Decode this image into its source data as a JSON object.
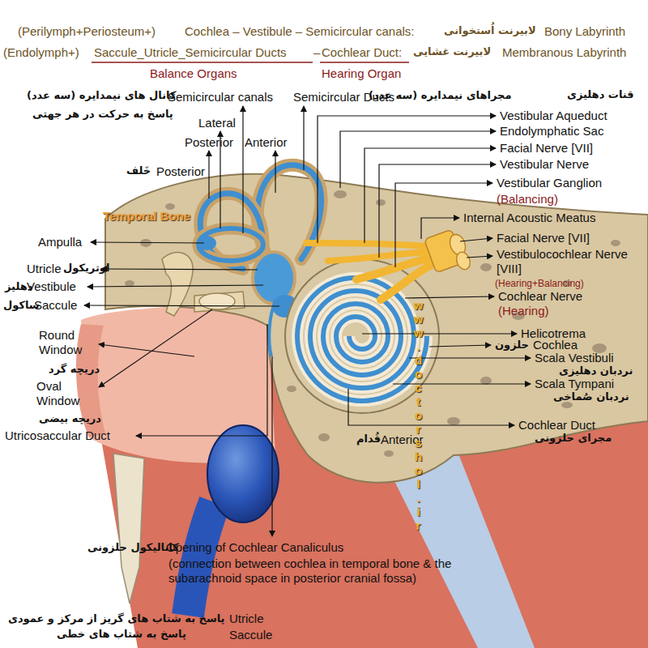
{
  "diagram": {
    "labels": [
      "(Perilymph+Periosteum+)",
      "Cochlea – Vestibule – Semicircular canals:",
      "لابیرنت اُستخوانی",
      "Bony Labyrinth",
      "(Endolymph+)",
      "Saccule_Utricle_Semicircular Ducts",
      "–",
      "Cochlear Duct:",
      "لابیرنت غشایی",
      "Membranous Labyrinth",
      "Balance Organs",
      "Hearing Organ",
      "Semicircular canals",
      "کانال های نیمدایره (سه عدد)",
      "پاسخ به حرکت در هر جهتی",
      "Semicircular Ducts",
      "مجراهای نیمدایره (سه عدد)",
      "قنات دهلیزی",
      "Vestibular Aqueduct",
      "Endolymphatic Sac",
      "Facial Nerve [VII]",
      "Vestibular Nerve",
      "Vestibular Ganglion",
      "(Balancing)",
      "Internal Acoustic Meatus",
      "Facial Nerve [VII]",
      "Vestibulocochlear Nerve [VIII]",
      "(Hearing+Balancing)",
      "Cochlear Nerve",
      "(Hearing)",
      "Helicotrema",
      "حلزون",
      "Cochlea",
      "Scala Vestibuli",
      "نردبان دهلیزی",
      "Scala Tympani",
      "نردبان صُماخی",
      "Cochlear Duct",
      "مجرای حلزونی",
      "Lateral",
      "Posterior",
      "Anterior",
      "خَلف",
      "Posterior",
      "Temporal Bone",
      "Ampulla",
      "Utricle",
      "اوتریکول",
      "دهلیز",
      "Vestibule",
      "ساکول",
      "Saccule",
      "Round Window",
      "دریچه گرد",
      "Oval Window",
      "دریچه بیضی",
      "Utricosaccular Duct",
      "قُدام",
      "Anterior",
      "کانالیکول حلزونی",
      "Opening of Cochlear Canaliculus",
      "(connection between cochlea in temporal bone & the subarachnoid space in posterior cranial fossa)",
      "پاسخ به شتاب های گریز از مرکز و عمودی",
      "Utricle",
      "پاسخ به شتاب های خطی",
      "Saccule",
      "www.doctorshol.ir"
    ]
  }
}
